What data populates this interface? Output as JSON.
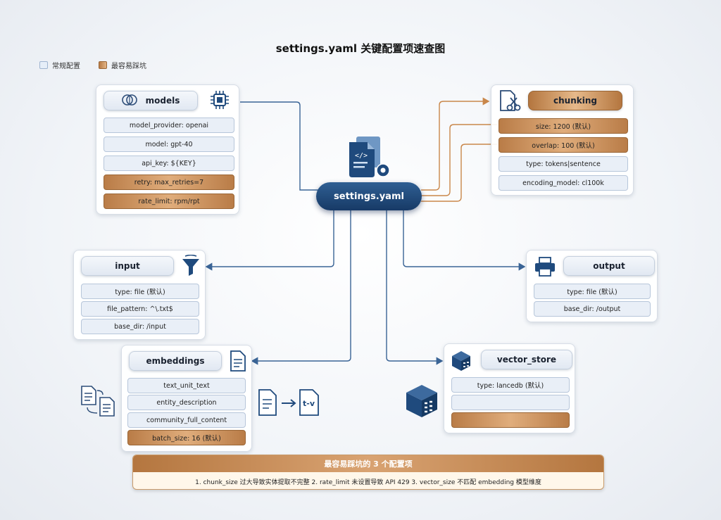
{
  "title": "settings.yaml 关键配置项速查图",
  "legend": {
    "normal": "常规配置",
    "warning": "最容易踩坑"
  },
  "center": {
    "label": "settings.yaml"
  },
  "models": {
    "title": "models",
    "fields": [
      "model_provider: openai",
      "model: gpt-40",
      "api_key: ${KEY}",
      "retry: max_retries=7",
      "rate_limit: rpm/rpt"
    ]
  },
  "chunking": {
    "title": "chunking",
    "fields": [
      "size: 1200 (默认)",
      "overlap: 100 (默认)",
      "type: tokens|sentence",
      "encoding_model: cl100k"
    ]
  },
  "input": {
    "title": "input",
    "fields": [
      "type: file (默认)",
      "file_pattern: ^\\.txt$",
      "base_dir: /input"
    ]
  },
  "output": {
    "title": "output",
    "fields": [
      "type: file (默认)",
      "base_dir: /output"
    ]
  },
  "embeddings": {
    "title": "embeddings",
    "fields": [
      "text_unit_text",
      "entity_description",
      "community_full_content",
      "batch_size: 16 (默认)"
    ],
    "tv_label": "t-v"
  },
  "vector_store": {
    "title": "vector_store",
    "fields": [
      "type: lancedb (默认)",
      "",
      ""
    ]
  },
  "warning_box": {
    "title": "最容易踩坑的 3 个配置项",
    "text": "1. chunk_size 过大导致实体提取不完整 2. rate_limit 未设置导致 API 429 3. vector_size 不匹配 embedding 模型维度"
  },
  "colors": {
    "normal_fill": "#e9eff7",
    "warning_fill": "#d39a64",
    "center": "#1f4a7d",
    "line_blue": "#3a6496",
    "line_orange": "#c9874a"
  }
}
